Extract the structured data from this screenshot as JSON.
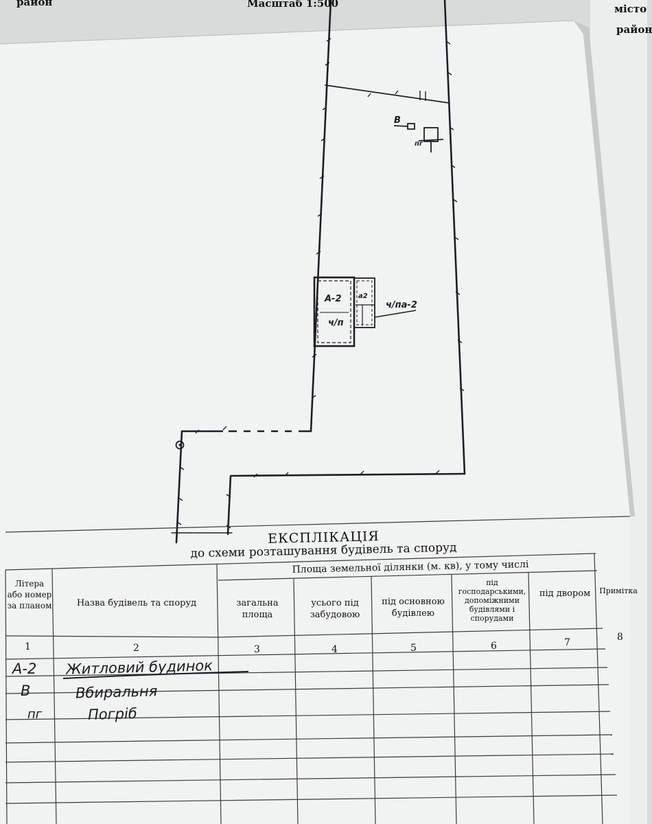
{
  "header": {
    "top_left": "район",
    "scale": "Масштаб 1:500",
    "right_1": "місто",
    "right_2": "район"
  },
  "plan_labels": {
    "main_building": "А-2",
    "main_material": "ч/п",
    "annex": "а2",
    "porch": "ч/па-2",
    "latrine": "В",
    "cellar": "пг"
  },
  "explication": {
    "title": "ЕКСПЛІКАЦІЯ",
    "subtitle": "до схеми розташування будівель та споруд",
    "group_header": "Площа земельної ділянки (м. кв), у тому числі",
    "columns": [
      {
        "num": "1",
        "label": "Літера або номер за планом"
      },
      {
        "num": "2",
        "label": "Назва будівель та споруд"
      },
      {
        "num": "3",
        "label": "загальна площа"
      },
      {
        "num": "4",
        "label": "усього під забудовою"
      },
      {
        "num": "5",
        "label": "під основною будівлею"
      },
      {
        "num": "6",
        "label": "під господарськими, допоміжними будівлями і спорудами"
      },
      {
        "num": "7",
        "label": "під двором"
      },
      {
        "num": "8",
        "label": "Примітка"
      }
    ],
    "rows": [
      {
        "letter": "А-2",
        "name": "Житловий будинок"
      },
      {
        "letter": "В",
        "name": "Вбиральня"
      },
      {
        "letter": "пг",
        "name": "Погріб"
      }
    ]
  }
}
